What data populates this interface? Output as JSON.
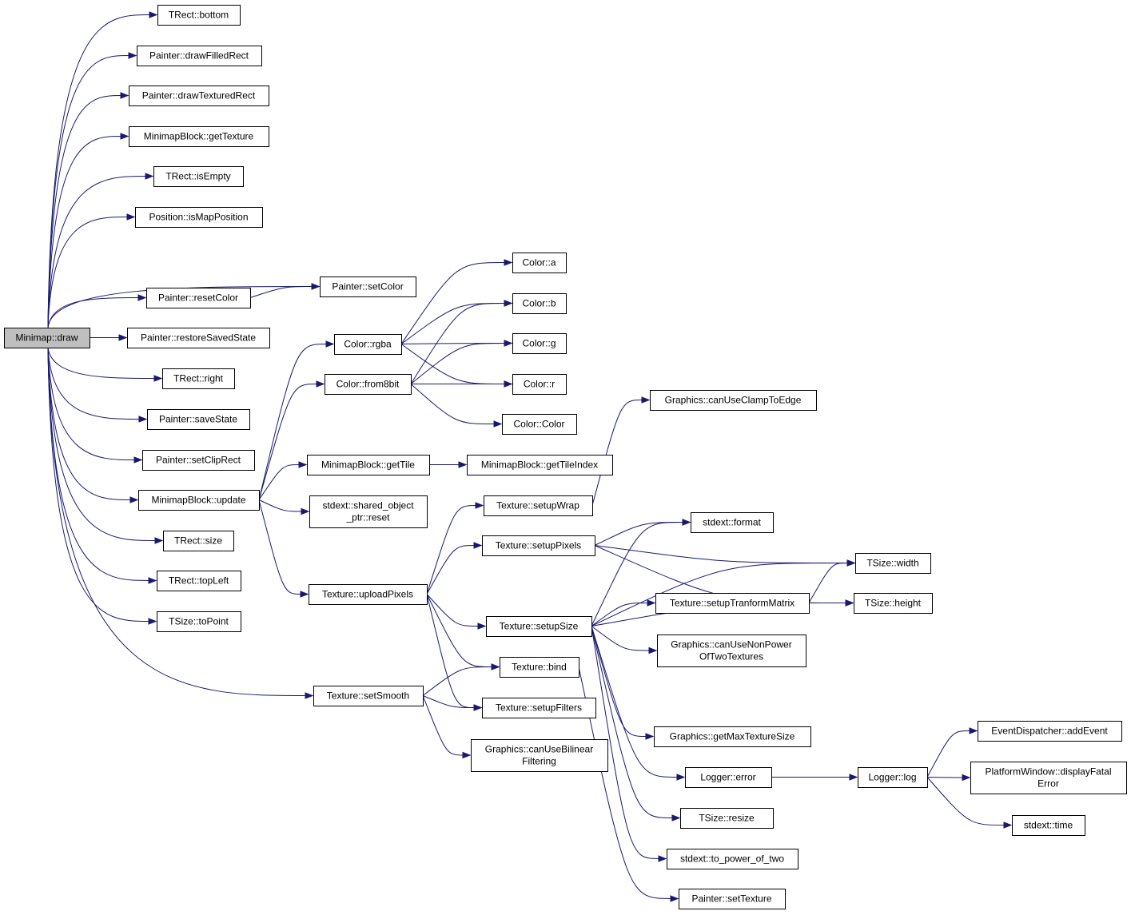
{
  "diagram": {
    "nodes": [
      {
        "id": "draw",
        "lines": [
          "Minimap::draw"
        ],
        "root": true
      },
      {
        "id": "bottom",
        "lines": [
          "TRect::bottom"
        ]
      },
      {
        "id": "drawFilledRect",
        "lines": [
          "Painter::drawFilledRect"
        ]
      },
      {
        "id": "drawTexturedRect",
        "lines": [
          "Painter::drawTexturedRect"
        ]
      },
      {
        "id": "getTexture",
        "lines": [
          "MinimapBlock::getTexture"
        ]
      },
      {
        "id": "isEmpty",
        "lines": [
          "TRect::isEmpty"
        ]
      },
      {
        "id": "isMapPosition",
        "lines": [
          "Position::isMapPosition"
        ]
      },
      {
        "id": "setColor",
        "lines": [
          "Painter::setColor"
        ]
      },
      {
        "id": "resetColor",
        "lines": [
          "Painter::resetColor"
        ]
      },
      {
        "id": "restoreSavedState",
        "lines": [
          "Painter::restoreSavedState"
        ]
      },
      {
        "id": "right",
        "lines": [
          "TRect::right"
        ]
      },
      {
        "id": "saveState",
        "lines": [
          "Painter::saveState"
        ]
      },
      {
        "id": "setClipRect",
        "lines": [
          "Painter::setClipRect"
        ]
      },
      {
        "id": "update",
        "lines": [
          "MinimapBlock::update"
        ]
      },
      {
        "id": "rsize",
        "lines": [
          "TRect::size"
        ]
      },
      {
        "id": "topLeft",
        "lines": [
          "TRect::topLeft"
        ]
      },
      {
        "id": "toPoint",
        "lines": [
          "TSize::toPoint"
        ]
      },
      {
        "id": "setSmooth",
        "lines": [
          "Texture::setSmooth"
        ]
      },
      {
        "id": "rgba",
        "lines": [
          "Color::rgba"
        ]
      },
      {
        "id": "from8bit",
        "lines": [
          "Color::from8bit"
        ]
      },
      {
        "id": "getTile",
        "lines": [
          "MinimapBlock::getTile"
        ]
      },
      {
        "id": "sharedReset",
        "lines": [
          "stdext::shared_object",
          "_ptr::reset"
        ]
      },
      {
        "id": "uploadPixels",
        "lines": [
          "Texture::uploadPixels"
        ]
      },
      {
        "id": "ca",
        "lines": [
          "Color::a"
        ]
      },
      {
        "id": "cb",
        "lines": [
          "Color::b"
        ]
      },
      {
        "id": "cg",
        "lines": [
          "Color::g"
        ]
      },
      {
        "id": "cr",
        "lines": [
          "Color::r"
        ]
      },
      {
        "id": "ccolor",
        "lines": [
          "Color::Color"
        ]
      },
      {
        "id": "getTileIndex",
        "lines": [
          "MinimapBlock::getTileIndex"
        ]
      },
      {
        "id": "setupWrap",
        "lines": [
          "Texture::setupWrap"
        ]
      },
      {
        "id": "setupPixels",
        "lines": [
          "Texture::setupPixels"
        ]
      },
      {
        "id": "setupSize",
        "lines": [
          "Texture::setupSize"
        ]
      },
      {
        "id": "bind",
        "lines": [
          "Texture::bind"
        ]
      },
      {
        "id": "setupFilters",
        "lines": [
          "Texture::setupFilters"
        ]
      },
      {
        "id": "bilinear",
        "lines": [
          "Graphics::canUseBilinear",
          "Filtering"
        ]
      },
      {
        "id": "clampToEdge",
        "lines": [
          "Graphics::canUseClampToEdge"
        ]
      },
      {
        "id": "format",
        "lines": [
          "stdext::format"
        ]
      },
      {
        "id": "tranform",
        "lines": [
          "Texture::setupTranformMatrix"
        ]
      },
      {
        "id": "nonPower",
        "lines": [
          "Graphics::canUseNonPower",
          "OfTwoTextures"
        ]
      },
      {
        "id": "maxTex",
        "lines": [
          "Graphics::getMaxTextureSize"
        ]
      },
      {
        "id": "error",
        "lines": [
          "Logger::error"
        ]
      },
      {
        "id": "resize",
        "lines": [
          "TSize::resize"
        ]
      },
      {
        "id": "pow2",
        "lines": [
          "stdext::to_power_of_two"
        ]
      },
      {
        "id": "setTexture",
        "lines": [
          "Painter::setTexture"
        ]
      },
      {
        "id": "width",
        "lines": [
          "TSize::width"
        ]
      },
      {
        "id": "height",
        "lines": [
          "TSize::height"
        ]
      },
      {
        "id": "log",
        "lines": [
          "Logger::log"
        ]
      },
      {
        "id": "addEvent",
        "lines": [
          "EventDispatcher::addEvent"
        ]
      },
      {
        "id": "fatal",
        "lines": [
          "PlatformWindow::displayFatal",
          "Error"
        ]
      },
      {
        "id": "time",
        "lines": [
          "stdext::time"
        ]
      }
    ],
    "edges": [
      [
        "draw",
        "bottom"
      ],
      [
        "draw",
        "drawFilledRect"
      ],
      [
        "draw",
        "drawTexturedRect"
      ],
      [
        "draw",
        "getTexture"
      ],
      [
        "draw",
        "isEmpty"
      ],
      [
        "draw",
        "isMapPosition"
      ],
      [
        "draw",
        "setColor"
      ],
      [
        "draw",
        "resetColor"
      ],
      [
        "draw",
        "restoreSavedState"
      ],
      [
        "draw",
        "right"
      ],
      [
        "draw",
        "saveState"
      ],
      [
        "draw",
        "setClipRect"
      ],
      [
        "draw",
        "update"
      ],
      [
        "draw",
        "rsize"
      ],
      [
        "draw",
        "topLeft"
      ],
      [
        "draw",
        "toPoint"
      ],
      [
        "draw",
        "setSmooth"
      ],
      [
        "resetColor",
        "setColor"
      ],
      [
        "update",
        "rgba"
      ],
      [
        "update",
        "from8bit"
      ],
      [
        "update",
        "getTile"
      ],
      [
        "update",
        "sharedReset"
      ],
      [
        "update",
        "uploadPixels"
      ],
      [
        "rgba",
        "ca"
      ],
      [
        "rgba",
        "cb"
      ],
      [
        "rgba",
        "cg"
      ],
      [
        "rgba",
        "cr"
      ],
      [
        "from8bit",
        "cb"
      ],
      [
        "from8bit",
        "cg"
      ],
      [
        "from8bit",
        "cr"
      ],
      [
        "from8bit",
        "ccolor"
      ],
      [
        "getTile",
        "getTileIndex"
      ],
      [
        "uploadPixels",
        "setupWrap"
      ],
      [
        "uploadPixels",
        "setupPixels"
      ],
      [
        "uploadPixels",
        "setupSize"
      ],
      [
        "uploadPixels",
        "bind"
      ],
      [
        "uploadPixels",
        "setupFilters"
      ],
      [
        "setupWrap",
        "clampToEdge"
      ],
      [
        "setupPixels",
        "format"
      ],
      [
        "setupPixels",
        "width"
      ],
      [
        "setupPixels",
        "height"
      ],
      [
        "setupSize",
        "format"
      ],
      [
        "setupSize",
        "width"
      ],
      [
        "setupSize",
        "height"
      ],
      [
        "setupSize",
        "tranform"
      ],
      [
        "setupSize",
        "nonPower"
      ],
      [
        "setupSize",
        "maxTex"
      ],
      [
        "setupSize",
        "error"
      ],
      [
        "setupSize",
        "resize"
      ],
      [
        "setupSize",
        "pow2"
      ],
      [
        "tranform",
        "width"
      ],
      [
        "tranform",
        "height"
      ],
      [
        "bind",
        "setTexture"
      ],
      [
        "setSmooth",
        "bind"
      ],
      [
        "setSmooth",
        "setupFilters"
      ],
      [
        "setSmooth",
        "bilinear"
      ],
      [
        "error",
        "log"
      ],
      [
        "log",
        "addEvent"
      ],
      [
        "log",
        "fatal"
      ],
      [
        "log",
        "time"
      ]
    ]
  }
}
